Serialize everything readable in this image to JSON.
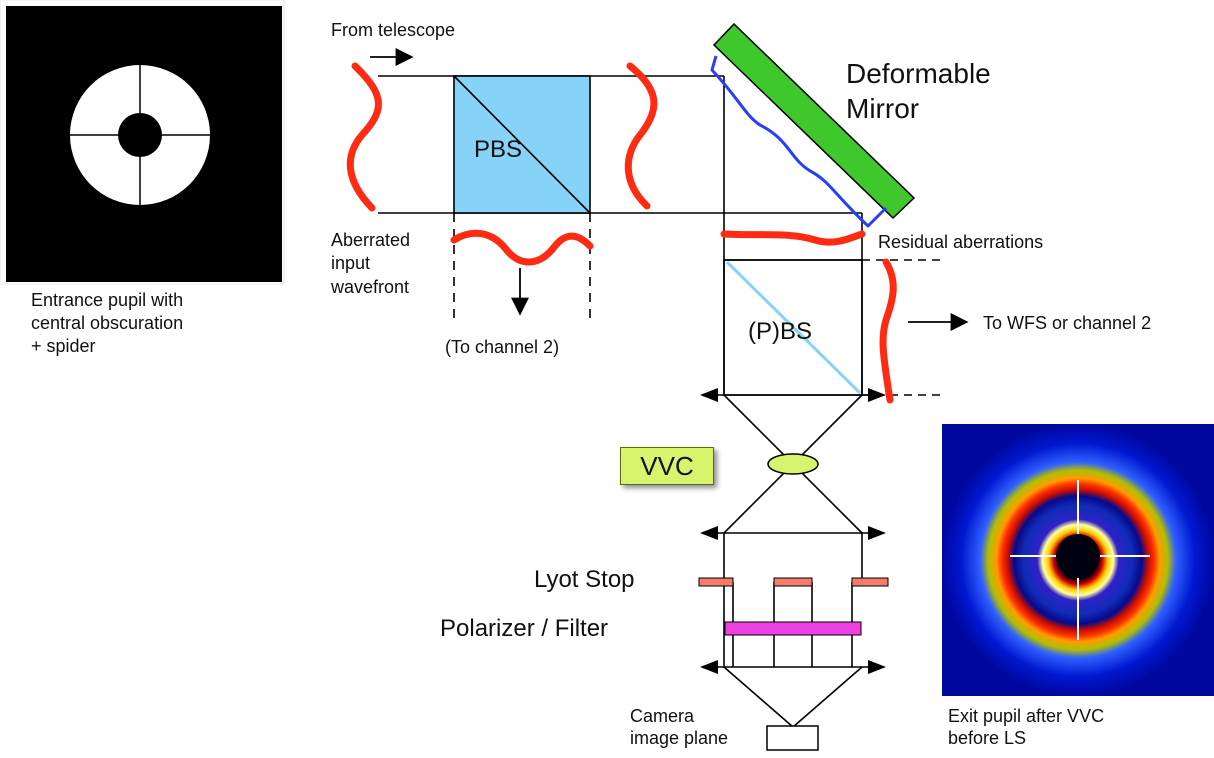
{
  "labels": {
    "from_telescope": "From telescope",
    "pbs": "PBS",
    "deformable_mirror_line1": "Deformable",
    "deformable_mirror_line2": "Mirror",
    "aberrated_line1": "Aberrated",
    "aberrated_line2": "input",
    "aberrated_line3": "wavefront",
    "to_channel2": "(To channel 2)",
    "residual_aberrations": "Residual aberrations",
    "pbs2": "(P)BS",
    "to_wfs": "To WFS or channel 2",
    "vvc": "VVC",
    "lyot_stop": "Lyot Stop",
    "polarizer_filter": "Polarizer / Filter",
    "camera_line1": "Camera",
    "camera_line2": "image plane",
    "entrance_line1": "Entrance pupil with",
    "entrance_line2": "central obscuration",
    "entrance_line3": "+ spider",
    "exit_line1": "Exit pupil after VVC",
    "exit_line2": "before LS"
  },
  "colors": {
    "wavefront": "#ff2a12",
    "pbs_fill": "#87d3f7",
    "mirror": "#3ec82c",
    "mirror_deformed": "#2a3cff",
    "vvc": "#d8f36c",
    "lyot_stop": "#f47c6a",
    "polarizer": "#ee3fe2"
  }
}
